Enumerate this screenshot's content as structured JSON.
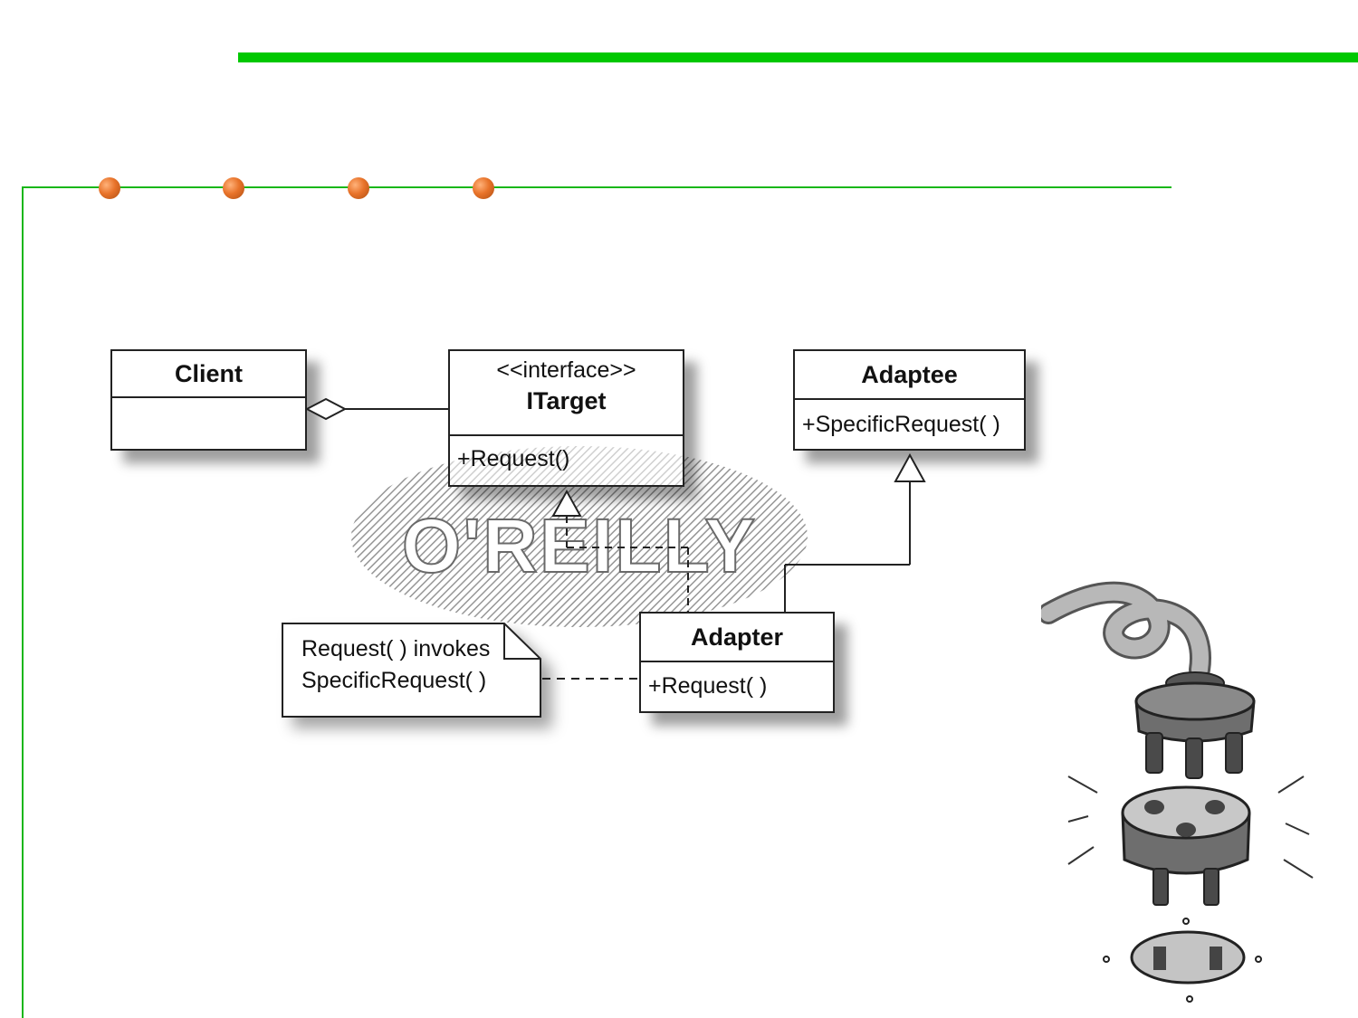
{
  "diagram": {
    "client": {
      "title": "Client"
    },
    "itarget": {
      "stereotype": "<<interface>>",
      "title": "ITarget",
      "operation": "+Request()"
    },
    "adaptee": {
      "title": "Adaptee",
      "operation": "+SpecificRequest( )"
    },
    "adapter": {
      "title": "Adapter",
      "operation": "+Request( )"
    },
    "note": {
      "line1": "Request( ) invokes",
      "line2": "SpecificRequest( )"
    }
  },
  "watermark": {
    "text": "O'REILLY"
  },
  "colors": {
    "accent_green": "#00c800",
    "bullet_orange": "#e8732a"
  },
  "illustration": {
    "icon": "plug-adapter-illustration-icon"
  }
}
